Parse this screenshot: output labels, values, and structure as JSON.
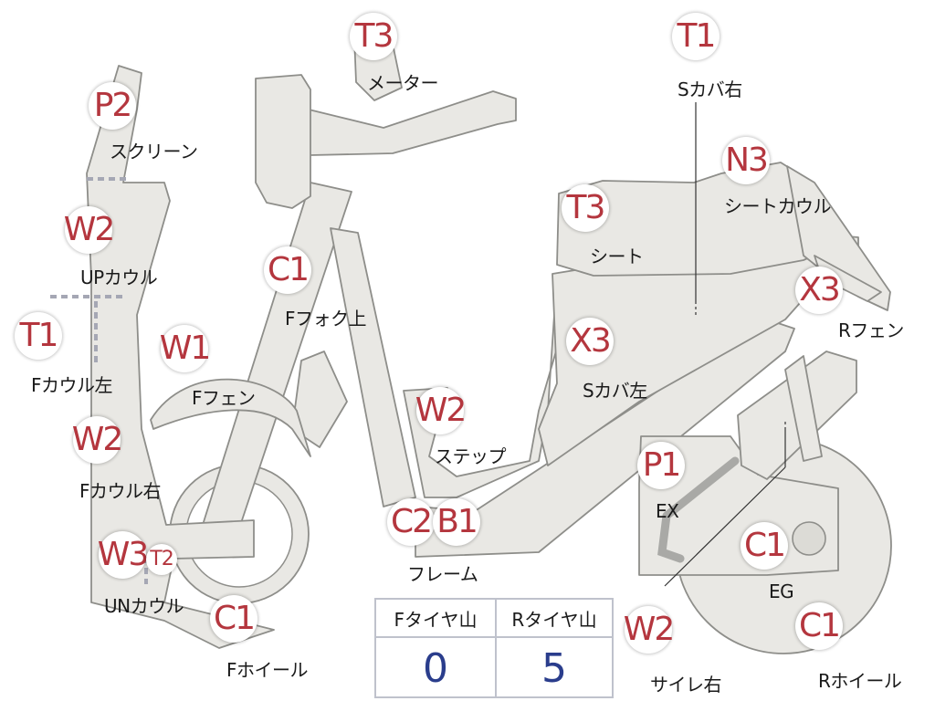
{
  "parts": [
    {
      "key": "screen",
      "code": "P2",
      "label": "スクリーン"
    },
    {
      "key": "meter",
      "code": "T3",
      "label": "メーター"
    },
    {
      "key": "scover_r",
      "code": "T1",
      "label": "Sカバ右"
    },
    {
      "key": "seat_cowl",
      "code": "N3",
      "label": "シートカウル"
    },
    {
      "key": "up_cowl",
      "code": "W2",
      "label": "UPカウル"
    },
    {
      "key": "seat",
      "code": "T3",
      "label": "シート"
    },
    {
      "key": "ffork",
      "code": "C1",
      "label": "Fフォク上"
    },
    {
      "key": "rfender",
      "code": "X3",
      "label": "Rフェン"
    },
    {
      "key": "fcowl_l",
      "code": "T1",
      "label": "Fカウル左"
    },
    {
      "key": "ffender",
      "code": "W1",
      "label": "Fフェン"
    },
    {
      "key": "scover_l",
      "code": "X3",
      "label": "Sカバ左"
    },
    {
      "key": "step",
      "code": "W2",
      "label": "ステップ"
    },
    {
      "key": "fcowl_r",
      "code": "W2",
      "label": "Fカウル右"
    },
    {
      "key": "ex",
      "code": "P1",
      "label": "EX"
    },
    {
      "key": "frame",
      "codes": [
        "C2",
        "B1"
      ],
      "label": "フレーム"
    },
    {
      "key": "un_cowl",
      "codes": [
        "W3",
        "T2"
      ],
      "label": "UNカウル"
    },
    {
      "key": "eg",
      "code": "C1",
      "label": "EG"
    },
    {
      "key": "fwheel",
      "code": "C1",
      "label": "Fホイール"
    },
    {
      "key": "silencer_r",
      "code": "W2",
      "label": "サイレ右"
    },
    {
      "key": "rwheel",
      "code": "C1",
      "label": "Rホイール"
    }
  ],
  "tread_table": {
    "headers": [
      "Fタイヤ山",
      "Rタイヤ山"
    ],
    "values": [
      "0",
      "5"
    ]
  },
  "colors": {
    "badge_text": "#b4363e",
    "tread_value": "#2a3d8c",
    "part_fill": "#e9e8e4"
  }
}
